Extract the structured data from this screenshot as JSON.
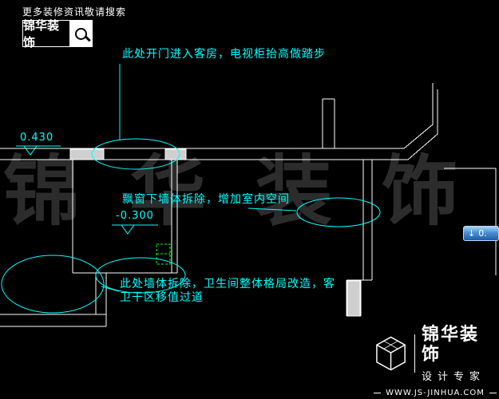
{
  "colors": {
    "background": "#000000",
    "drawing_line": "#ffffff",
    "annotation_cyan": "#00ffff",
    "marker_green": "#00ff00",
    "watermark_gray": "#2c2c2c",
    "scroll_button_blue": "#1d5ca8"
  },
  "header": {
    "search_hint": "更多装修资讯敬请搜索",
    "logo_text": "锦华装饰"
  },
  "annotations": {
    "note_door": "此处开门进入客房，电视柜抬高做踏步",
    "note_window": "飘窗下墙体拆除，增加室内空间",
    "note_wall_line1": "此处墙体拆除，卫生间整体格局改造，客",
    "note_wall_line2": "卫干区移值过道",
    "elevation_top": "0.430",
    "elevation_mid": "-0.300"
  },
  "watermark": {
    "text": "锦华装饰"
  },
  "scroll_button": {
    "arrow": "↓",
    "label": "0."
  },
  "footer_logo": {
    "name": "锦华装饰",
    "subtitle": "设计专家",
    "url": "WWW.JS-JINHUA.COM"
  }
}
